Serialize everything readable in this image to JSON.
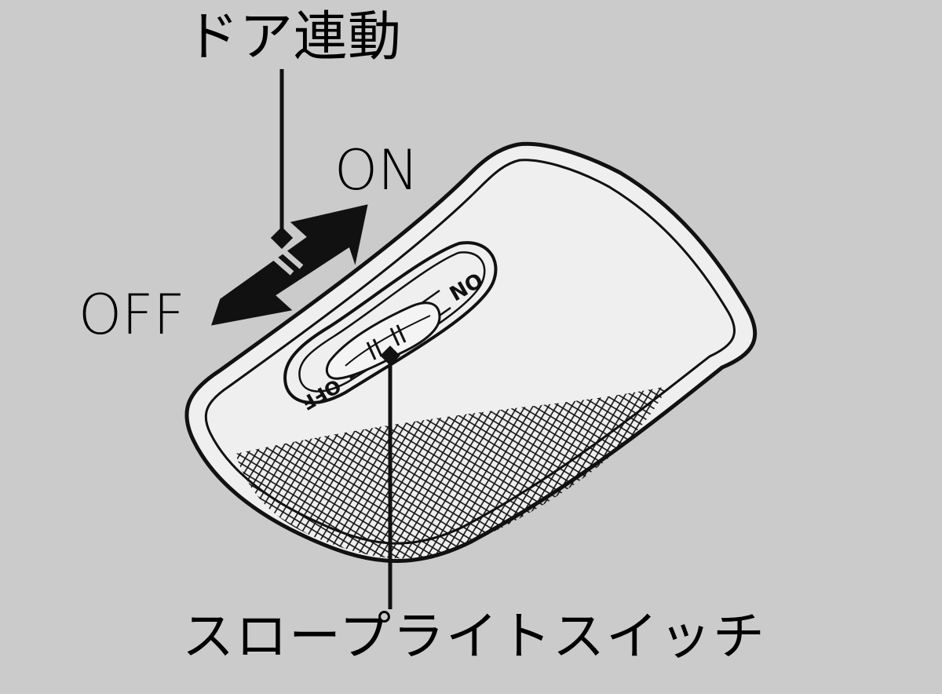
{
  "labels": {
    "door_link": "ドア連動",
    "direction_on": "ON",
    "direction_off": "OFF",
    "slope_light_switch": "スロープライトスイッチ"
  },
  "switch_markings": {
    "on": "ON",
    "off": "OFF"
  },
  "colors": {
    "background": "#cbcbcb",
    "lamp_body": "#efefef",
    "outline": "#111111"
  },
  "icons": [
    "double-arrow-icon",
    "diamond-pointer-icon",
    "mesh-lens-pattern"
  ]
}
